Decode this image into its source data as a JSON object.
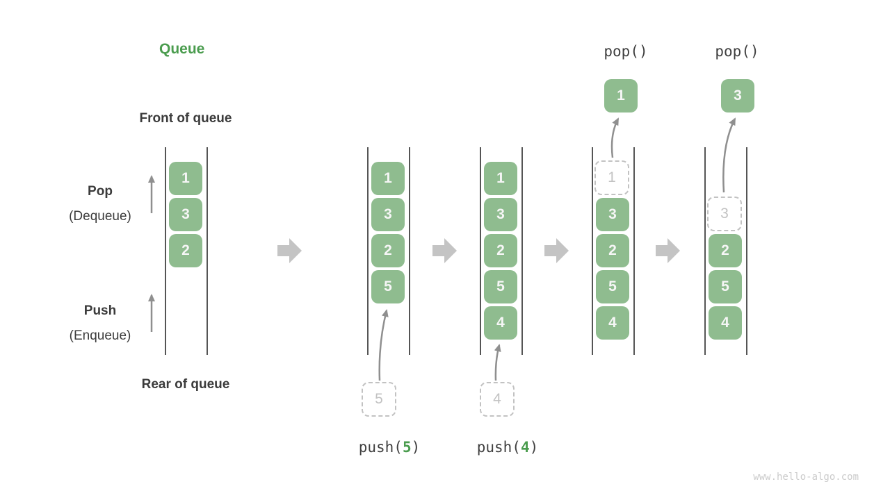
{
  "title": "Queue",
  "labels": {
    "front": "Front of queue",
    "rear": "Rear of queue",
    "pop": "Pop",
    "pop_alias": "(Dequeue)",
    "push": "Push",
    "push_alias": "(Enqueue)"
  },
  "columns": [
    {
      "cells": [
        "1",
        "3",
        "2"
      ]
    },
    {
      "cells": [
        "1",
        "3",
        "2",
        "5"
      ],
      "incoming_value": "5"
    },
    {
      "cells": [
        "1",
        "3",
        "2",
        "5",
        "4"
      ],
      "incoming_value": "4"
    },
    {
      "cells": [
        "1",
        "3",
        "2",
        "5",
        "4"
      ],
      "popped_value": "1"
    },
    {
      "cells": [
        "3",
        "2",
        "5",
        "4"
      ],
      "popped_value": "3"
    }
  ],
  "operations": {
    "pop_first": "pop()",
    "pop_second": "pop()",
    "push_first": {
      "prefix": "push(",
      "value": "5",
      "suffix": ")"
    },
    "push_second": {
      "prefix": "push(",
      "value": "4",
      "suffix": ")"
    }
  },
  "watermark": "www.hello-algo.com",
  "colors": {
    "cell_green": "#8FBC8F",
    "accent_green": "#4A9C4E",
    "label_dark": "#3B3B3B",
    "mono_dark": "#3F3F3F",
    "ghost_gray": "#C2C2C2",
    "thin_arrow_gray": "#8F8F8F",
    "block_arrow_gray": "#C4C4C4",
    "wall_gray": "#555555",
    "watermark_gray": "#CBCBCB"
  }
}
